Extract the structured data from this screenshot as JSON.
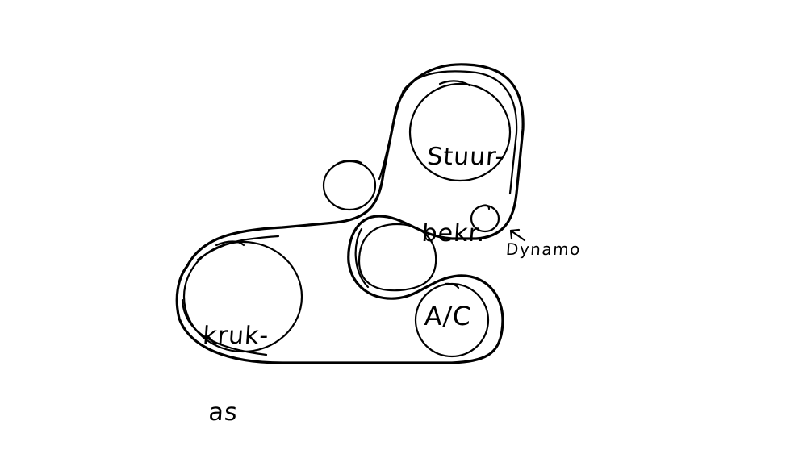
{
  "diagram": {
    "type": "serpentine-belt-routing",
    "style": "hand-drawn",
    "ink_color": "#000000",
    "background_color": "#ffffff",
    "pulleys": [
      {
        "id": "stuurbekrachtiging",
        "label_line1": "Stuur-",
        "label_line2": "bekr.",
        "labeled": true
      },
      {
        "id": "dynamo",
        "label": "Dynamo",
        "labeled": true,
        "label_style": "callout-with-arrow"
      },
      {
        "id": "krukas",
        "label_line1": "kruk-",
        "label_line2": "as",
        "labeled": true
      },
      {
        "id": "ac",
        "label": "A/C",
        "labeled": true
      },
      {
        "id": "idler-left",
        "labeled": false
      },
      {
        "id": "idler-center",
        "labeled": false
      }
    ],
    "belt": {
      "description": "single belt wrapping all pulleys"
    }
  }
}
